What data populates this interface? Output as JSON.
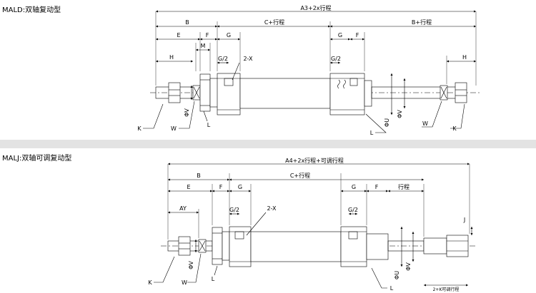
{
  "panel1": {
    "title": "MALD:双轴复动型",
    "dims": {
      "overall": "A3+2x行程",
      "B": "B",
      "C_stroke": "C+行程",
      "B_stroke": "B+行程",
      "E": "E",
      "F": "F",
      "G": "G",
      "M": "M",
      "H": "H",
      "G2": "G/2",
      "port": "2-X",
      "K": "K",
      "W": "W",
      "L": "L",
      "phiU": "ΦU",
      "phiV": "ΦV"
    }
  },
  "panel2": {
    "title": "MALJ:双轴可调复动型",
    "dims": {
      "overall": "A4+2x行程+可调行程",
      "B": "B",
      "C_stroke": "C+行程",
      "E": "E",
      "F": "F",
      "G": "G",
      "AY": "AY",
      "G2": "G/2",
      "port": "2-X",
      "stroke": "行程",
      "J": "J",
      "K": "K",
      "W": "W",
      "L": "L",
      "phiU": "ΦU",
      "phiV": "ΦV",
      "adjust": "2+K可调行程"
    }
  }
}
